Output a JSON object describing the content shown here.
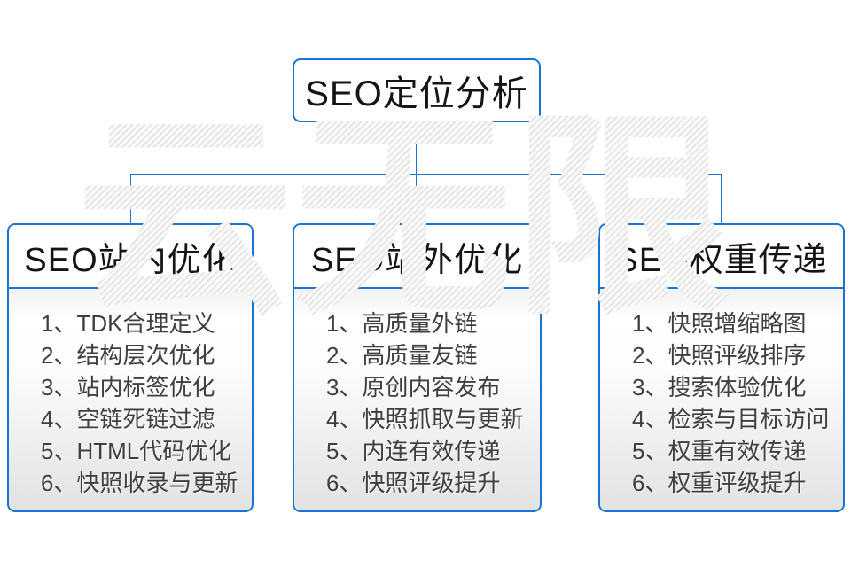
{
  "diagram": {
    "root": {
      "title": "SEO定位分析"
    },
    "columns": [
      {
        "title": "SEO站内优化",
        "items": [
          "1、TDK合理定义",
          "2、结构层次优化",
          "3、站内标签优化",
          "4、空链死链过滤",
          "5、HTML代码优化",
          "6、快照收录与更新"
        ]
      },
      {
        "title": "SEO站外优化",
        "items": [
          "1、高质量外链",
          "2、高质量友链",
          "3、原创内容发布",
          "4、快照抓取与更新",
          "5、内连有效传递",
          "6、快照评级提升"
        ]
      },
      {
        "title": "SEO权重传递",
        "items": [
          "1、快照增缩略图",
          "2、快照评级排序",
          "3、搜索体验优化",
          "4、检索与目标访问",
          "5、权重有效传递",
          "6、权重评级提升"
        ]
      }
    ],
    "watermark": "云无限",
    "colors": {
      "accent": "#1a75d2",
      "title_text": "#151515",
      "item_text": "#3f3f3f",
      "body_gradient_bottom": "#e2e2e2"
    }
  }
}
